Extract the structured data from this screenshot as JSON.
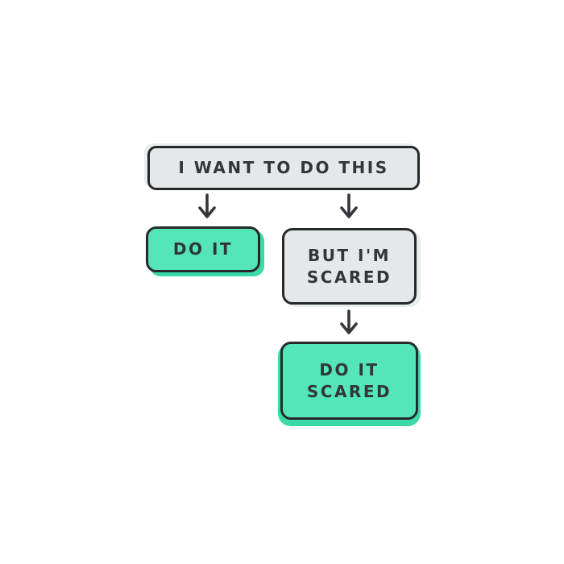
{
  "title": "Do it scared flowchart",
  "colors": {
    "background": "#ffffff",
    "box_gray": "#e4e8e9",
    "box_green": "#54e6b6",
    "green_shadow": "#3cd9a8",
    "gray_shadow": "#e9edee",
    "outline": "#26292c",
    "text": "#32363b",
    "arrow": "#33373c"
  },
  "nodes": {
    "root": {
      "label": "I WANT TO DO THIS"
    },
    "do_it": {
      "label": "DO IT"
    },
    "but_scared": {
      "line1": "BUT I'M",
      "line2": "SCARED"
    },
    "do_it_scared": {
      "line1": "DO IT",
      "line2": "SCARED"
    }
  },
  "arrows": [
    {
      "from": "root",
      "to": "do_it"
    },
    {
      "from": "root",
      "to": "but_scared"
    },
    {
      "from": "but_scared",
      "to": "do_it_scared"
    }
  ]
}
